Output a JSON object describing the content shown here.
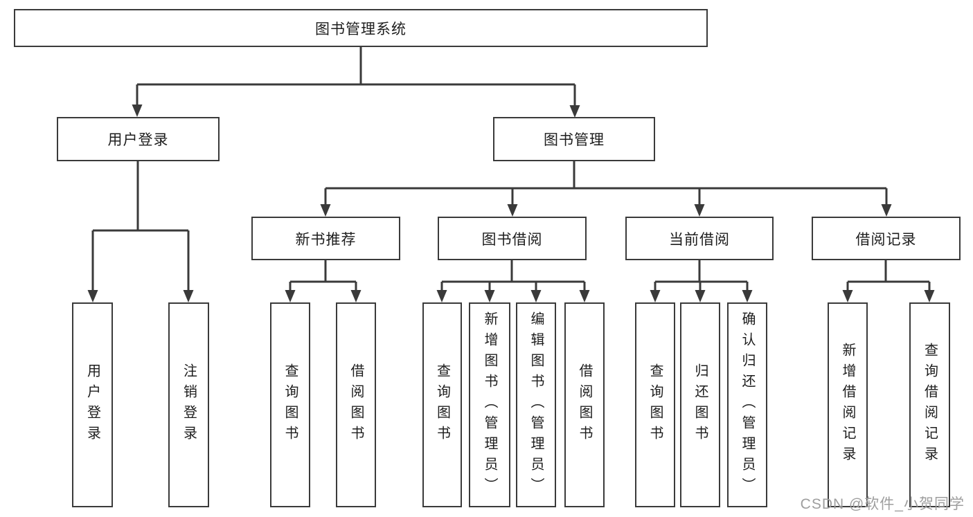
{
  "diagram": {
    "root": {
      "label": "图书管理系统"
    },
    "level2": [
      {
        "label": "用户登录"
      },
      {
        "label": "图书管理"
      }
    ],
    "level3": [
      {
        "label": "新书推荐"
      },
      {
        "label": "图书借阅"
      },
      {
        "label": "当前借阅"
      },
      {
        "label": "借阅记录"
      }
    ],
    "leaves": [
      {
        "label": "用户登录"
      },
      {
        "label": "注销登录"
      },
      {
        "label": "查询图书"
      },
      {
        "label": "借阅图书"
      },
      {
        "label": "查询图书"
      },
      {
        "label": "新增图书（管理员）"
      },
      {
        "label": "编辑图书（管理员）"
      },
      {
        "label": "借阅图书"
      },
      {
        "label": "查询图书"
      },
      {
        "label": "归还图书"
      },
      {
        "label": "确认归还（管理员）"
      },
      {
        "label": "新增借阅记录"
      },
      {
        "label": "查询借阅记录"
      }
    ]
  },
  "watermark": {
    "text": "CSDN @软件_小贺同学"
  },
  "colors": {
    "line": "#3a3a3a",
    "border": "#3a3a3a",
    "text": "#1d1d1d",
    "watermark_text": "#9e9e9e",
    "background": "#ffffff"
  }
}
